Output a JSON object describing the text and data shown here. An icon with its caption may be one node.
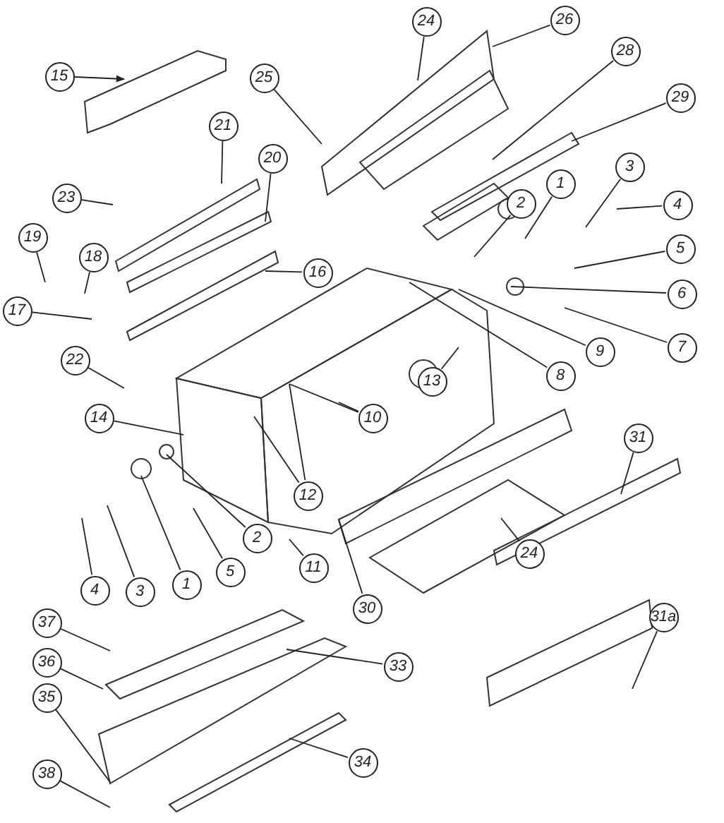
{
  "diagram": {
    "nodes": [
      {
        "text": [
          "15"
        ]
      },
      {
        "text": [
          "24"
        ]
      },
      {
        "text": [
          "26"
        ]
      },
      {
        "text": [
          "25"
        ]
      },
      {
        "text": [
          "28"
        ]
      },
      {
        "text": [
          "29"
        ]
      },
      {
        "text": [
          "21"
        ]
      },
      {
        "text": [
          "20"
        ]
      },
      {
        "text": [
          "23"
        ]
      },
      {
        "text": [
          "3"
        ]
      },
      {
        "text": [
          "4"
        ]
      },
      {
        "text": [
          "1"
        ]
      },
      {
        "text": [
          "2"
        ]
      },
      {
        "text": [
          "5"
        ]
      },
      {
        "text": [
          "19"
        ]
      },
      {
        "text": [
          "18"
        ]
      },
      {
        "text": [
          "16"
        ]
      },
      {
        "text": [
          "6"
        ]
      },
      {
        "text": [
          "7"
        ]
      },
      {
        "text": [
          "9"
        ]
      },
      {
        "text": [
          "17"
        ]
      },
      {
        "text": [
          "22"
        ]
      },
      {
        "text": [
          "8"
        ]
      },
      {
        "text": [
          "13"
        ]
      },
      {
        "text": [
          "14"
        ]
      },
      {
        "text": [
          "10"
        ]
      },
      {
        "text": [
          "12"
        ]
      },
      {
        "text": [
          "31"
        ]
      },
      {
        "text": [
          "11"
        ]
      },
      {
        "text": [
          "2"
        ]
      },
      {
        "text": [
          "24"
        ]
      },
      {
        "text": [
          "1"
        ]
      },
      {
        "text": [
          "5"
        ]
      },
      {
        "text": [
          "4"
        ]
      },
      {
        "text": [
          "3"
        ]
      },
      {
        "text": [
          "30"
        ]
      },
      {
        "text": [
          "31a"
        ]
      },
      {
        "text": [
          "37"
        ]
      },
      {
        "text": [
          "33"
        ]
      },
      {
        "text": [
          "36"
        ]
      },
      {
        "text": [
          "35"
        ]
      },
      {
        "text": [
          "34"
        ]
      },
      {
        "text": [
          "38"
        ]
      }
    ],
    "edges": [
      {
        "from": 0,
        "to": null,
        "arrow": "to"
      },
      {
        "from": 1,
        "to": null,
        "arrow": "none"
      },
      {
        "from": 2,
        "to": null,
        "arrow": "none"
      },
      {
        "from": 3,
        "to": null,
        "arrow": "none"
      },
      {
        "from": 4,
        "to": null,
        "arrow": "none"
      },
      {
        "from": 5,
        "to": null,
        "arrow": "none"
      },
      {
        "from": 6,
        "to": null,
        "arrow": "none"
      },
      {
        "from": 7,
        "to": null,
        "arrow": "none"
      },
      {
        "from": 8,
        "to": null,
        "arrow": "none"
      },
      {
        "from": 9,
        "to": null,
        "arrow": "none"
      },
      {
        "from": 10,
        "to": null,
        "arrow": "none"
      },
      {
        "from": 11,
        "to": null,
        "arrow": "none"
      },
      {
        "from": 12,
        "to": null,
        "arrow": "none"
      },
      {
        "from": 13,
        "to": null,
        "arrow": "none"
      },
      {
        "from": 14,
        "to": null,
        "arrow": "none"
      },
      {
        "from": 15,
        "to": null,
        "arrow": "none"
      },
      {
        "from": 16,
        "to": null,
        "arrow": "none"
      },
      {
        "from": 17,
        "to": null,
        "arrow": "none"
      },
      {
        "from": 18,
        "to": null,
        "arrow": "none"
      },
      {
        "from": 19,
        "to": null,
        "arrow": "none"
      },
      {
        "from": 20,
        "to": null,
        "arrow": "none"
      },
      {
        "from": 21,
        "to": null,
        "arrow": "none"
      },
      {
        "from": 22,
        "to": null,
        "arrow": "none"
      },
      {
        "from": 23,
        "to": null,
        "arrow": "none"
      },
      {
        "from": 24,
        "to": null,
        "arrow": "none"
      },
      {
        "from": 25,
        "to": null,
        "arrow": "none"
      },
      {
        "from": 25,
        "to": null,
        "arrow": "none"
      },
      {
        "from": 26,
        "to": null,
        "arrow": "none"
      },
      {
        "from": 26,
        "to": null,
        "arrow": "none"
      },
      {
        "from": 27,
        "to": null,
        "arrow": "none"
      },
      {
        "from": 28,
        "to": null,
        "arrow": "none"
      },
      {
        "from": 29,
        "to": null,
        "arrow": "none"
      },
      {
        "from": 30,
        "to": null,
        "arrow": "none"
      },
      {
        "from": 31,
        "to": null,
        "arrow": "none"
      },
      {
        "from": 32,
        "to": null,
        "arrow": "none"
      },
      {
        "from": 33,
        "to": null,
        "arrow": "none"
      },
      {
        "from": 34,
        "to": null,
        "arrow": "none"
      },
      {
        "from": 35,
        "to": null,
        "arrow": "none"
      },
      {
        "from": 36,
        "to": null,
        "arrow": "none"
      },
      {
        "from": 37,
        "to": null,
        "arrow": "none"
      },
      {
        "from": 38,
        "to": null,
        "arrow": "none"
      },
      {
        "from": 39,
        "to": null,
        "arrow": "none"
      },
      {
        "from": 40,
        "to": null,
        "arrow": "none"
      },
      {
        "from": 41,
        "to": null,
        "arrow": "none"
      },
      {
        "from": 42,
        "to": null,
        "arrow": "none"
      }
    ]
  }
}
